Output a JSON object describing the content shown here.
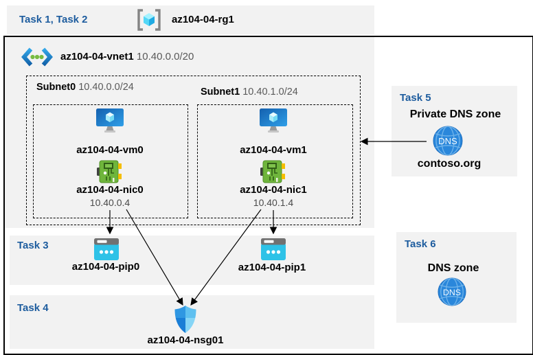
{
  "header_band": {
    "tasks": "Task 1, Task 2",
    "resource_group": "az104-04-rg1"
  },
  "vnet": {
    "name": "az104-04-vnet1",
    "cidr": "10.40.0.0/20"
  },
  "subnets": [
    {
      "name": "Subnet0",
      "cidr": "10.40.0.0/24",
      "vm": "az104-04-vm0",
      "nic": "az104-04-nic0",
      "ip": "10.40.0.4",
      "pip": "az104-04-pip0"
    },
    {
      "name": "Subnet1",
      "cidr": "10.40.1.0/24",
      "vm": "az104-04-vm1",
      "nic": "az104-04-nic1",
      "ip": "10.40.1.4",
      "pip": "az104-04-pip1"
    }
  ],
  "bands": {
    "task3": "Task 3",
    "task4": "Task 4",
    "nsg": "az104-04-nsg01"
  },
  "private_dns": {
    "task": "Task 5",
    "title": "Private DNS zone",
    "zone": "contoso.org",
    "icon_label": "DNS"
  },
  "public_dns": {
    "task": "Task 6",
    "title": "DNS zone",
    "icon_label": "DNS"
  },
  "icons": {
    "resource_group": "bracketed-cube-icon",
    "vnet": "chevrons-dots-icon",
    "vm": "monitor-cube-icon",
    "nic": "network-card-icon",
    "pip": "public-ip-icon",
    "nsg": "shield-icon",
    "dns": "dns-globe-icon"
  },
  "colors": {
    "band_bg": "#F2F2F2",
    "task_text": "#1D5C9E",
    "muted_text": "#595959",
    "border": "#000000",
    "azure_blue": "#1A7ED6",
    "cyan": "#2EC2E7",
    "nic_green": "#6FB53C",
    "pin_yellow": "#F4BE00",
    "dns_blue": "#2A87DB"
  }
}
